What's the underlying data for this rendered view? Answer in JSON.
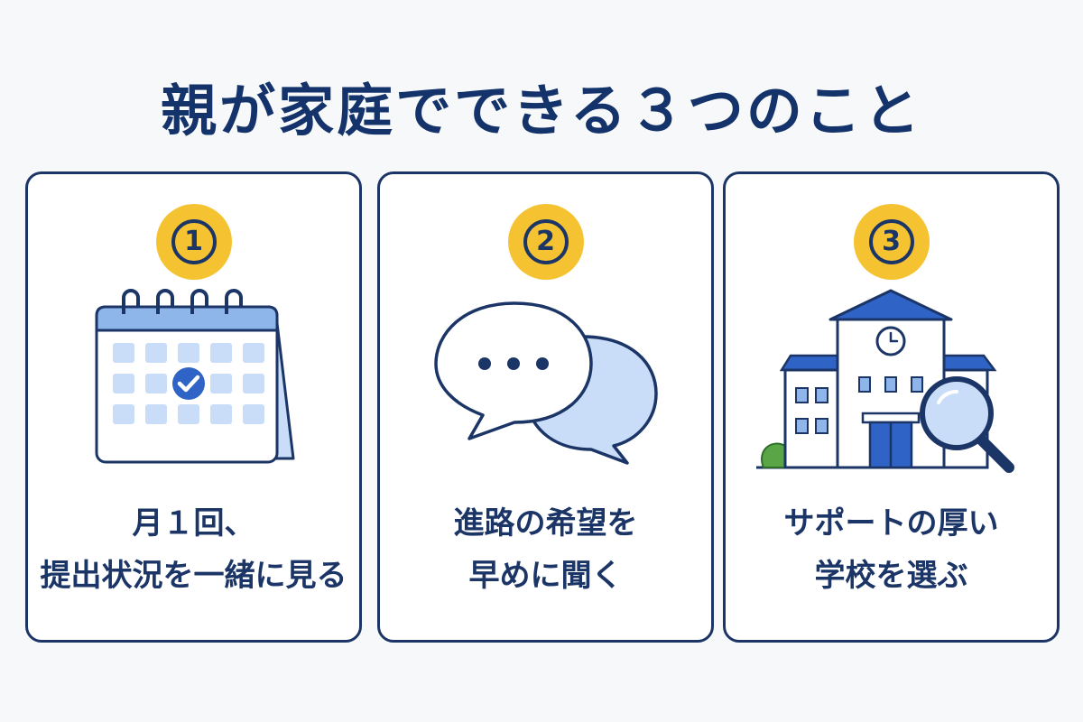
{
  "title": "親が家庭でできる３つのこと",
  "cards": [
    {
      "number": "1",
      "icon": "calendar-check-icon",
      "caption_lines": [
        "月１回、",
        "提出状況を一緒に見る"
      ]
    },
    {
      "number": "2",
      "icon": "speech-bubbles-icon",
      "caption_lines": [
        "進路の希望を",
        "早めに聞く"
      ]
    },
    {
      "number": "3",
      "icon": "school-magnifier-icon",
      "caption_lines": [
        "サポートの厚い",
        "学校を選ぶ"
      ]
    }
  ],
  "colors": {
    "navy": "#1b3566",
    "accent_yellow": "#f5c332",
    "light_blue": "#c9ddf8",
    "mid_blue": "#3a6fd0",
    "green": "#5aa646"
  }
}
